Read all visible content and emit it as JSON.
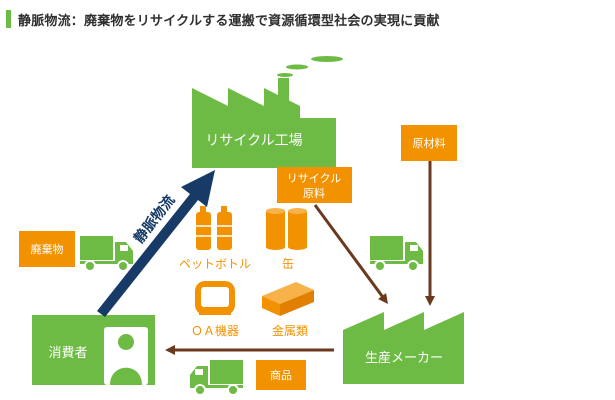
{
  "title": "静脈物流：廃棄物をリサイクルする運搬で資源循環型社会の実現に貢献",
  "nodes": {
    "recycle_factory": "リサイクル工場",
    "consumer": "消費者",
    "manufacturer": "生産メーカー"
  },
  "tags": {
    "waste": "廃棄物",
    "raw_material": "原材料",
    "recycled_material_line1": "リサイクル",
    "recycled_material_line2": "原料",
    "product": "商品"
  },
  "items": {
    "pet_bottle": "ペットボトル",
    "can": "缶",
    "oa_equipment": "ＯＡ機器",
    "metal": "金属類"
  },
  "arrow_label": "静脈物流",
  "colors": {
    "green": "#6dbb45",
    "orange": "#f39200",
    "navy": "#173b66",
    "brown": "#6b3a1e"
  }
}
